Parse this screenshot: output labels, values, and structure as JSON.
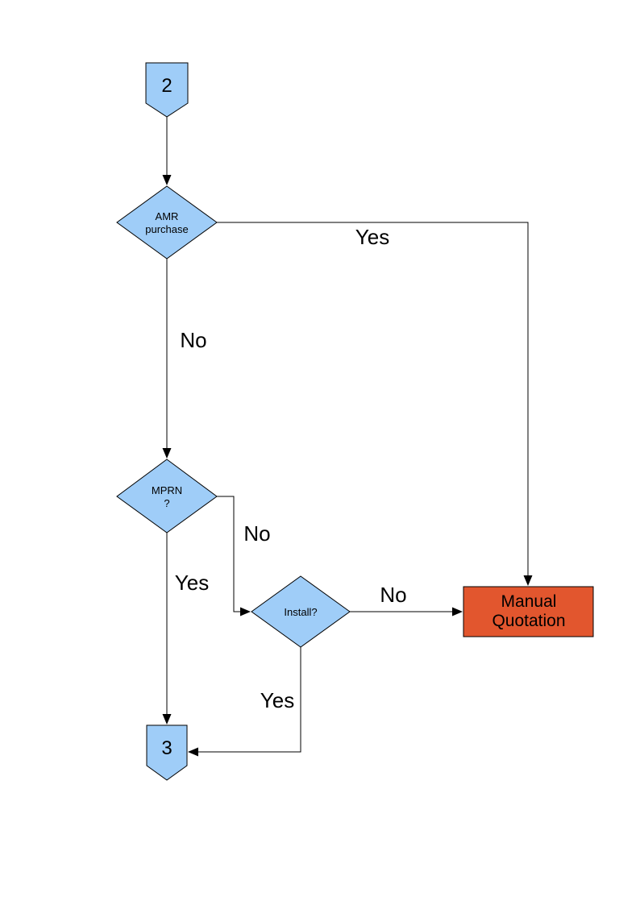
{
  "colors": {
    "node_fill": "#9FCDF8",
    "node_border": "#000000",
    "manual_box_fill": "#E2562E",
    "line": "#000000"
  },
  "nodes": {
    "connector2": {
      "label": "2"
    },
    "amr": {
      "line1": "AMR",
      "line2": "purchase"
    },
    "mprn": {
      "line1": "MPRN",
      "line2": "?"
    },
    "install": {
      "label": "Install?"
    },
    "manual_quotation": {
      "line1": "Manual",
      "line2": "Quotation"
    },
    "connector3": {
      "label": "3"
    }
  },
  "edges": {
    "amr_yes": "Yes",
    "amr_no": "No",
    "mprn_no": "No",
    "mprn_yes": "Yes",
    "install_no": "No",
    "install_yes": "Yes"
  }
}
